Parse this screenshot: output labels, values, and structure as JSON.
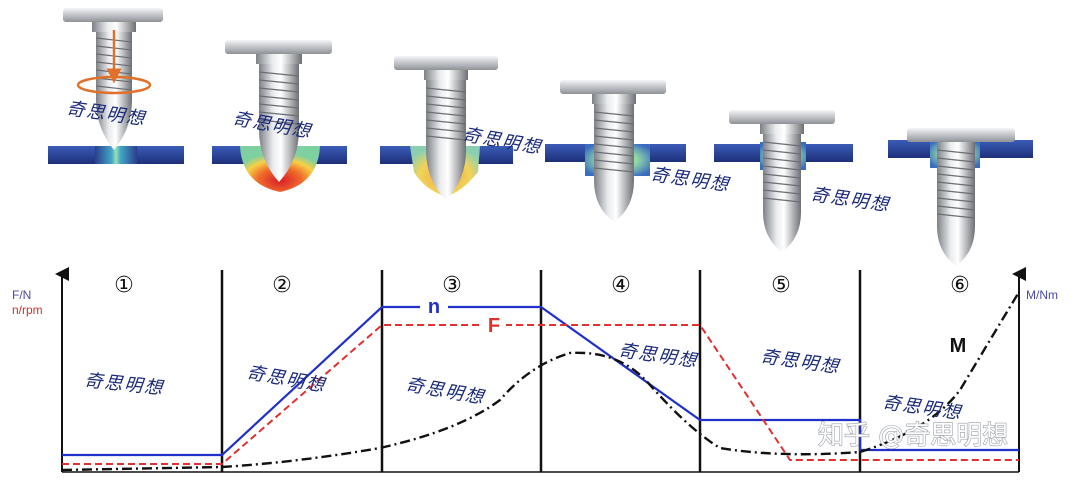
{
  "diagram": {
    "phases": [
      "①",
      "②",
      "③",
      "④",
      "⑤",
      "⑥"
    ],
    "left_axis": {
      "label_force": "F/N",
      "label_speed": "n/rpm"
    },
    "right_axis": {
      "label_torque": "M/Nm"
    },
    "curve_labels": {
      "speed": "n",
      "force": "F",
      "torque": "M"
    },
    "watermark_text": "奇思明想",
    "site_watermark": "知乎 @奇思明想",
    "colors": {
      "speed_line": "#2030c8",
      "force_line": "#e03030",
      "torque_line": "#111111",
      "plate": "#2a3e8c",
      "heat_hot": "#d81e2a",
      "heat_warm": "#f0a030",
      "screw": "#c9ccd0"
    }
  }
}
